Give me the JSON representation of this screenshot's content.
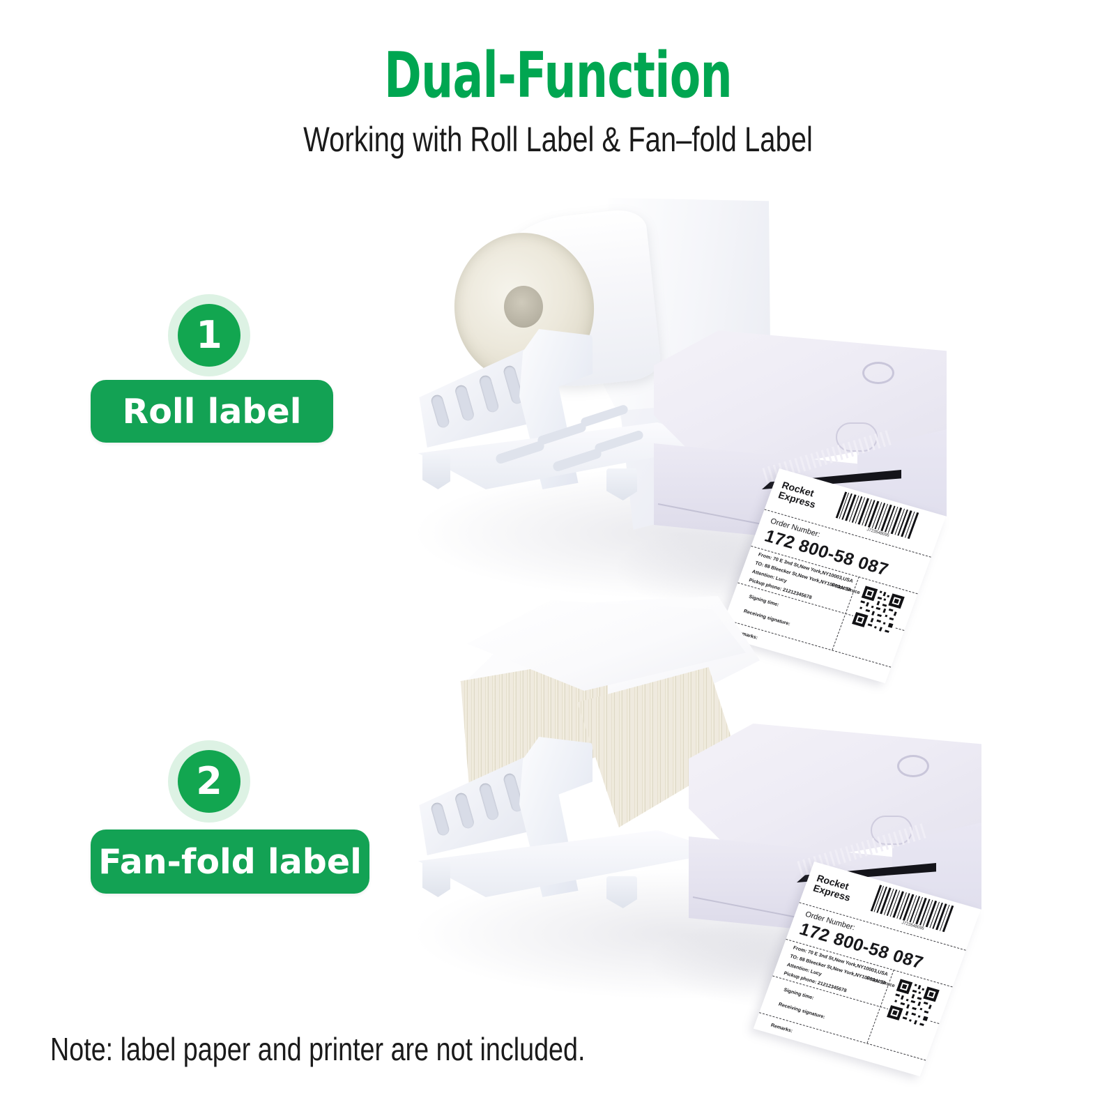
{
  "header": {
    "title": "Dual-Function",
    "subtitle": "Working with Roll Label & Fan–fold Label",
    "title_color": "#00a651"
  },
  "steps": [
    {
      "number": "1",
      "label": "Roll label",
      "circle_color": "#12a650",
      "halo_color": "#ddf2e4",
      "pill_color": "#13a254"
    },
    {
      "number": "2",
      "label": "Fan-fold label",
      "circle_color": "#12a650",
      "halo_color": "#ddf2e4",
      "pill_color": "#13a254"
    }
  ],
  "shipping_label": {
    "brand_line1": "Rocket",
    "brand_line2": "Express",
    "barcode_number": "J723548095",
    "order_number_caption": "Order Number:",
    "order_number": "172 800-58 087",
    "from_address": "From: 70 E 3nd St,New York,NY10003,USA",
    "to_address": "TO: 88 Bleecker St,New York,NY10003,USA",
    "from_name": "From: Bruce",
    "attention": "Attention: Lucy",
    "pickup_phone": "Pickup phone: 21212345678",
    "signing_time": "Signing time:",
    "receiving_signature": "Receiving signature:",
    "remarks": "Remarks:"
  },
  "note": {
    "text": "Note: label paper and printer are not included."
  }
}
